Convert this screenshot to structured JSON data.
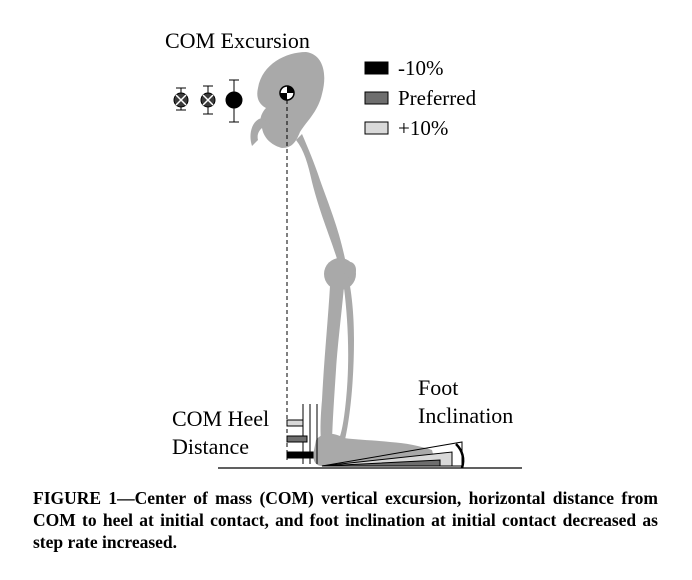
{
  "title": "COM Excursion",
  "legend": [
    {
      "label": "-10%",
      "color": "#000000"
    },
    {
      "label": "Preferred",
      "color": "#6e6e6e"
    },
    {
      "label": "+10%",
      "color": "#d9d9d9"
    }
  ],
  "labels": {
    "foot_inclination_line1": "Foot",
    "foot_inclination_line2": "Inclination",
    "com_heel_line1": "COM Heel",
    "com_heel_line2": "Distance"
  },
  "caption": "FIGURE 1—Center of mass (COM) vertical excursion, horizontal distance from COM to heel at initial contact, and foot inclination at initial contact decreased as step rate increased.",
  "colors": {
    "skeleton": "#a9a9a9",
    "text": "#000000"
  }
}
